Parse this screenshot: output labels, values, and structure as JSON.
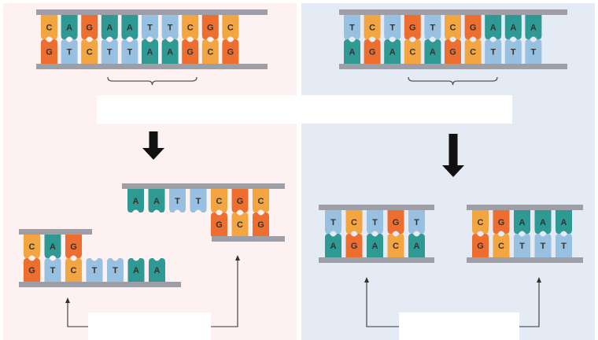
{
  "colors": {
    "left_panel_bg": "#fdf1f2",
    "right_panel_bg": "#e4ebf4",
    "backbone": "#9e9ea6",
    "C": "#f2a541",
    "G": "#ee6e2f",
    "A": "#2f9a93",
    "T": "#98c0e0",
    "arrow": "#111111",
    "bracket": "#555555",
    "label_box": "#ffffff"
  },
  "sticky_ends": {
    "original": {
      "top": [
        "C",
        "A",
        "G",
        "A",
        "A",
        "T",
        "T",
        "C",
        "G",
        "C"
      ],
      "bottom": [
        "G",
        "T",
        "C",
        "T",
        "T",
        "A",
        "A",
        "G",
        "C",
        "G"
      ]
    },
    "cut_left": {
      "top": [
        "C",
        "A",
        "G"
      ],
      "bottom": [
        "G",
        "T",
        "C",
        "T",
        "T",
        "A",
        "A"
      ]
    },
    "cut_right": {
      "top": [
        "A",
        "A",
        "T",
        "T",
        "C",
        "G",
        "C"
      ],
      "bottom": [
        "G",
        "C",
        "G"
      ]
    }
  },
  "blunt_ends": {
    "original": {
      "top": [
        "T",
        "C",
        "T",
        "G",
        "T",
        "C",
        "G",
        "A",
        "A",
        "A"
      ],
      "bottom": [
        "A",
        "G",
        "A",
        "C",
        "A",
        "G",
        "C",
        "T",
        "T",
        "T"
      ]
    },
    "cut_left": {
      "top": [
        "T",
        "C",
        "T",
        "G",
        "T"
      ],
      "bottom": [
        "A",
        "G",
        "A",
        "C",
        "A"
      ]
    },
    "cut_right": {
      "top": [
        "C",
        "G",
        "A",
        "A",
        "A"
      ],
      "bottom": [
        "G",
        "C",
        "T",
        "T",
        "T"
      ]
    }
  },
  "labels": {
    "recognition_site": "",
    "sticky_ends_label": "",
    "blunt_ends_label": ""
  }
}
